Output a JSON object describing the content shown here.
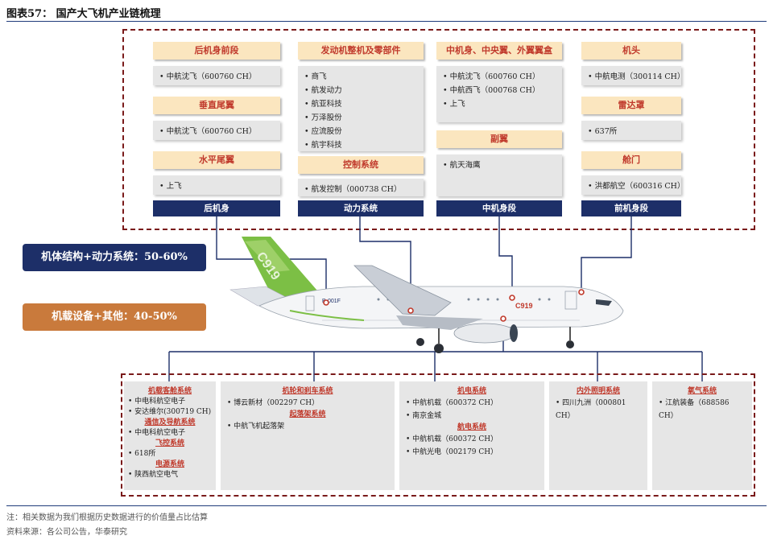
{
  "title": "图表57： 国产大飞机产业链梳理",
  "top": {
    "col1": {
      "sections": [
        {
          "header": "后机身前段",
          "items": [
            "中航沈飞（600760 CH）"
          ]
        },
        {
          "header": "垂直尾翼",
          "items": [
            "中航沈飞（600760 CH）"
          ]
        },
        {
          "header": "水平尾翼",
          "items": [
            "上飞"
          ]
        }
      ],
      "footer": "后机身"
    },
    "col2": {
      "sections": [
        {
          "header": "发动机整机及零部件",
          "items": [
            "商飞",
            "航发动力",
            "航亚科技",
            "万泽股份",
            "应流股份",
            "航宇科技"
          ]
        },
        {
          "header": "控制系统",
          "items": [
            "航发控制（000738 CH）"
          ]
        }
      ],
      "footer": "动力系统"
    },
    "col3": {
      "sections": [
        {
          "header": "中机身、中央翼、外翼翼盒",
          "items": [
            "中航沈飞（600760 CH）",
            "中航西飞（000768 CH）",
            "上飞"
          ]
        },
        {
          "header": "副翼",
          "items": [
            "航天海鹰"
          ]
        }
      ],
      "footer": "中机身段"
    },
    "col4": {
      "sections": [
        {
          "header": "机头",
          "items": [
            "中航电测（300114 CH）"
          ]
        },
        {
          "header": "雷达罩",
          "items": [
            "637所"
          ]
        },
        {
          "header": "舱门",
          "items": [
            "洪都航空（600316 CH）"
          ]
        }
      ],
      "footer": "前机身段"
    }
  },
  "pills": {
    "structure": "机体结构+动力系统：50-60%",
    "equipment": "机载设备+其他：40-50%"
  },
  "plane": {
    "tail_text": "C919",
    "body_text": "C919",
    "reg": "B-001F"
  },
  "bottom": [
    {
      "blocks": [
        {
          "type": "cat",
          "text": "机载客舱系统"
        },
        {
          "type": "item",
          "text": "中电科航空电子"
        },
        {
          "type": "item",
          "text": "安达维尔(300719 CH)"
        },
        {
          "type": "cat",
          "text": "通信及导航系统"
        },
        {
          "type": "item",
          "text": "中电科航空电子"
        },
        {
          "type": "cat",
          "text": "飞控系统"
        },
        {
          "type": "item",
          "text": "618所"
        },
        {
          "type": "cat",
          "text": "电源系统"
        },
        {
          "type": "item",
          "text": "陕西航空电气"
        }
      ]
    },
    {
      "blocks": [
        {
          "type": "cat",
          "text": "机轮和刹车系统"
        },
        {
          "type": "item",
          "text": "博云新材（002297 CH）"
        },
        {
          "type": "cat",
          "text": "起落架系统"
        },
        {
          "type": "item",
          "text": "中航飞机起落架"
        }
      ]
    },
    {
      "blocks": [
        {
          "type": "cat",
          "text": "机电系统"
        },
        {
          "type": "item",
          "text": "中航机载（600372 CH）"
        },
        {
          "type": "item",
          "text": "南京金城"
        },
        {
          "type": "cat",
          "text": "航电系统"
        },
        {
          "type": "item",
          "text": "中航机载（600372 CH）"
        },
        {
          "type": "item",
          "text": "中航光电（002179 CH）"
        }
      ]
    },
    {
      "blocks": [
        {
          "type": "cat",
          "text": "内外照明系统"
        },
        {
          "type": "item",
          "text": "四川九洲（000801 CH）"
        }
      ]
    },
    {
      "blocks": [
        {
          "type": "cat",
          "text": "氧气系统"
        },
        {
          "type": "item",
          "text": "江航装备（688586 CH）"
        }
      ]
    }
  ],
  "footnotes": {
    "note": "注：相关数据为我们根据历史数据进行的价值量占比估算",
    "source": "资料来源：各公司公告，华泰研究"
  },
  "colors": {
    "navy": "#1d2f68",
    "header_bg": "#fbe6bf",
    "header_text": "#c0392b",
    "dash_frame": "#7a1a1a",
    "orange_pill": "#c97a3c"
  }
}
